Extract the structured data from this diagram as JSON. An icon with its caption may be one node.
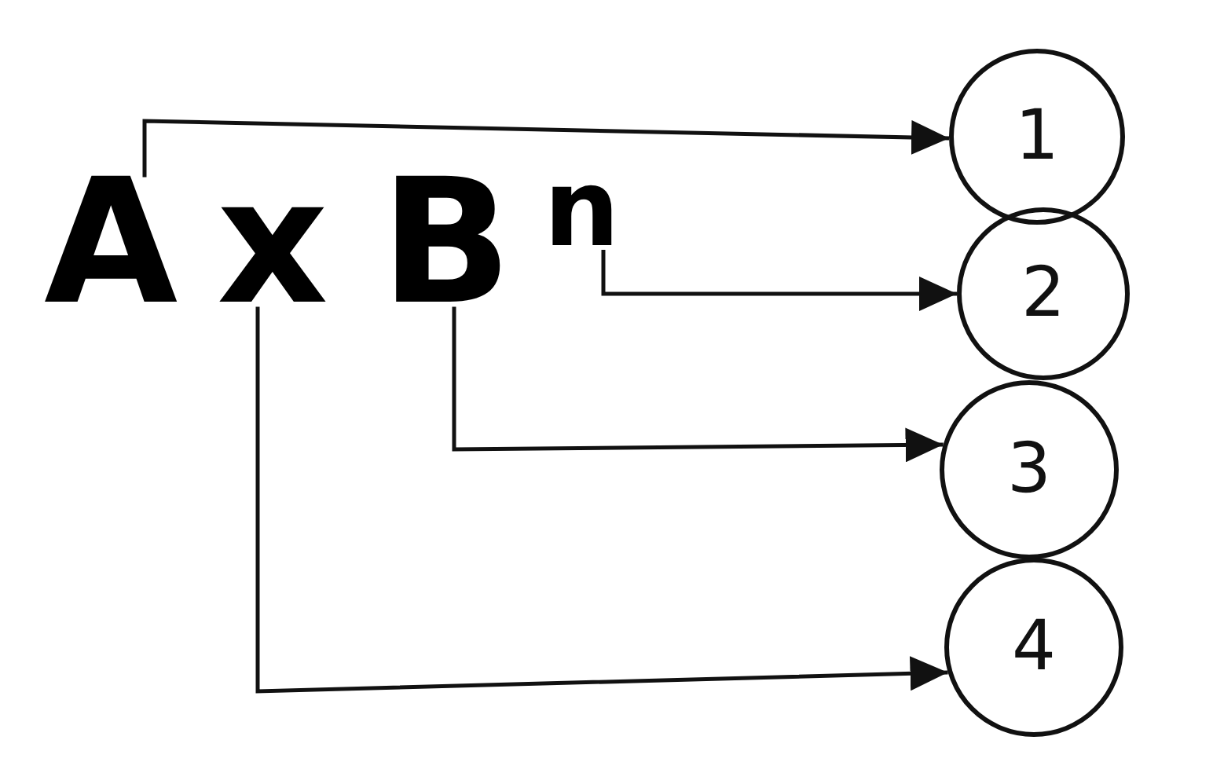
{
  "diagram": {
    "nodes": [
      {
        "text": [
          "A"
        ]
      },
      {
        "text": [
          "x"
        ]
      },
      {
        "text": [
          "B"
        ]
      },
      {
        "text": [
          "n"
        ]
      },
      {
        "text": [
          "1"
        ]
      },
      {
        "text": [
          "2"
        ]
      },
      {
        "text": [
          "3"
        ]
      },
      {
        "text": [
          "4"
        ]
      }
    ],
    "edges": [
      {
        "from": 0,
        "to": 4,
        "arrow": "to"
      },
      {
        "from": 3,
        "to": 5,
        "arrow": "to"
      },
      {
        "from": 2,
        "to": 6,
        "arrow": "to"
      },
      {
        "from": 1,
        "to": 7,
        "arrow": "to"
      }
    ]
  }
}
